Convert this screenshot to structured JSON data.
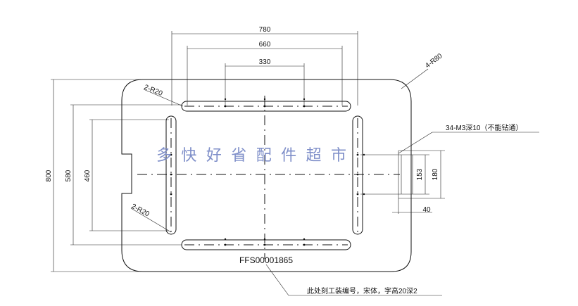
{
  "dimensions": {
    "top_outer": "780",
    "top_mid": "660",
    "top_inner": "330",
    "left_outer": "800",
    "left_mid": "580",
    "left_inner": "460",
    "right_153": "153",
    "right_180": "180",
    "bottom_40": "40"
  },
  "notes": {
    "corner_radius": "4-R80",
    "slot_radius_top": "2-R20",
    "slot_radius_bottom": "2-R20",
    "holes": "34-M3深10（不能钻通）",
    "engraving": "此处刻工装编号，宋体，字高20深2"
  },
  "part_code": "FFS00001865",
  "watermark": "多快好省配件超市"
}
